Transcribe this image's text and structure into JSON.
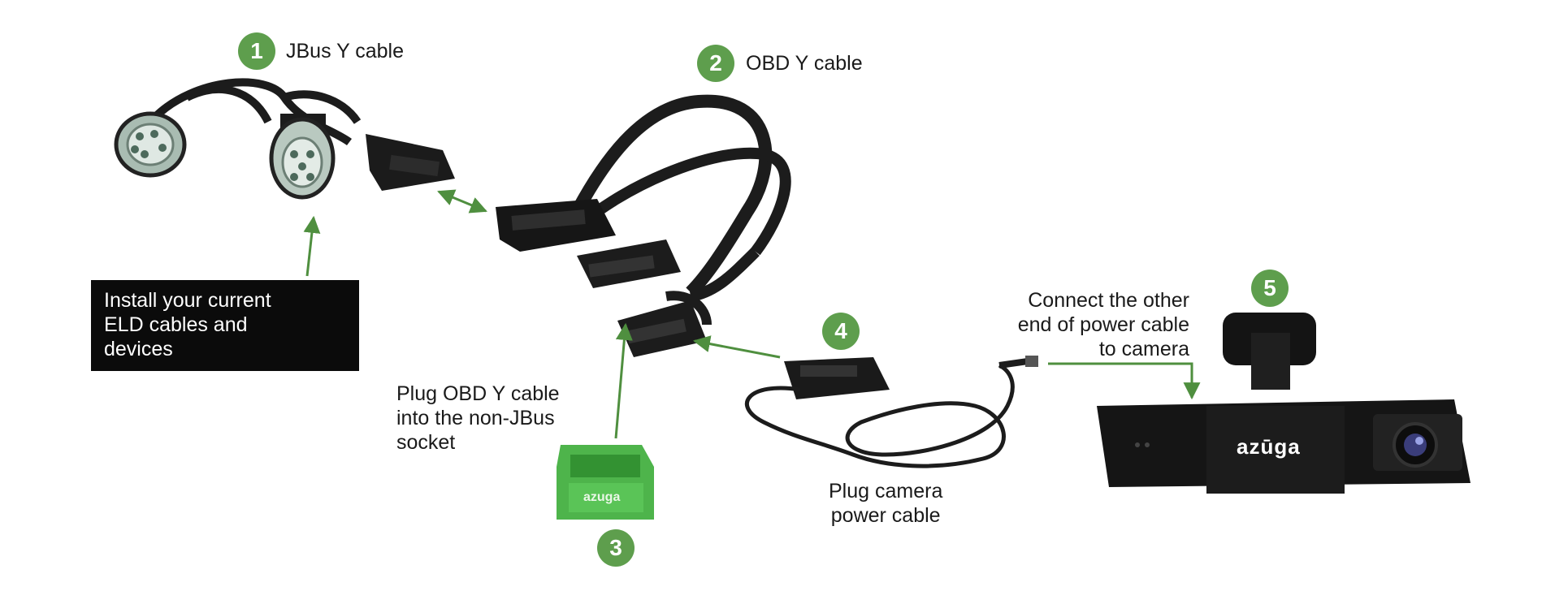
{
  "steps": [
    {
      "number": "1",
      "label": "JBus Y cable"
    },
    {
      "number": "2",
      "label": "OBD Y cable"
    },
    {
      "number": "3",
      "label": ""
    },
    {
      "number": "4",
      "label": ""
    },
    {
      "number": "5",
      "label": ""
    }
  ],
  "callout_box": "Install your current\nELD cables and\ndevices",
  "instructions": {
    "plug_obd": "Plug OBD Y cable\ninto the non-JBus\nsocket",
    "plug_power": "Plug camera\npower cable",
    "connect_camera": "Connect the other\nend of power cable\nto camera"
  },
  "brand": {
    "device_logo": "azuga",
    "camera_logo": "azūga"
  },
  "colors": {
    "accent_green": "#5e9e4d",
    "arrow_green": "#4f8f3f",
    "device_green": "#3fae3c",
    "cable_black": "#1c1c1c",
    "connector_gray": "#b9c9c0"
  },
  "icons": [
    "jbus-connector-icon",
    "obd-connector-icon",
    "elm-device-icon",
    "power-adapter-icon",
    "dash-camera-icon"
  ]
}
